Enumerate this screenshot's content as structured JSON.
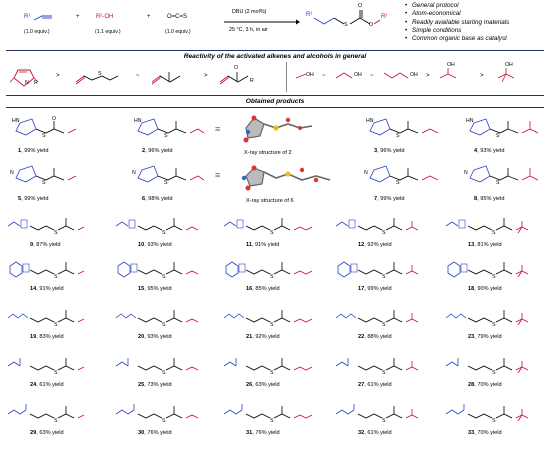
{
  "reaction": {
    "r1_label": "R¹",
    "r1_equiv": "(1.0 equiv.)",
    "plus1": "+",
    "alcohol": "R²-OH",
    "alcohol_equiv": "(1.1 equiv.)",
    "plus2": "+",
    "cos": "O=C=S",
    "cos_equiv": "(1.0 equiv.)",
    "catalyst": "DBU (2 mol%)",
    "conditions": "25 °C, 3 h, in air",
    "prod_r1": "R¹",
    "prod_r2": "R²",
    "prod_s": "S",
    "prod_o1": "O",
    "prod_o2": "O"
  },
  "features": [
    "General protocol",
    "Atom-economical",
    "Readily available starting materials",
    "Simple conditions",
    "Common organic base as catalyst"
  ],
  "reactivity": {
    "title": "Reactivity of the activated alkenes and alcohols in general",
    "alkene_order": [
      ">",
      "~",
      ">"
    ],
    "alcohol_order": [
      "~",
      "~",
      ">",
      ">"
    ],
    "maleimide_r": "R",
    "sulfone_s": "S",
    "ester_r": "R",
    "o": "O",
    "oh": "OH"
  },
  "products_title": "Obtained products",
  "xray": {
    "caption_2": "X-ray structure of 2",
    "caption_6": "X-ray structure of 6"
  },
  "atoms": {
    "S": "S",
    "O": "O",
    "N": "N",
    "HN": "HN"
  },
  "products": [
    {
      "num": "1",
      "text": ", 99% yield"
    },
    {
      "num": "2",
      "text": ", 96% yield"
    },
    {
      "num": "3",
      "text": ", 96% yield"
    },
    {
      "num": "4",
      "text": ", 93% yield"
    },
    {
      "num": "5",
      "text": ", 99% yield"
    },
    {
      "num": "6",
      "text": ", 98% yield"
    },
    {
      "num": "7",
      "text": ", 99% yield"
    },
    {
      "num": "8",
      "text": ", 95% yield"
    },
    {
      "num": "9",
      "text": ", 87% yield"
    },
    {
      "num": "10",
      "text": ", 93% yield"
    },
    {
      "num": "11",
      "text": ", 91% yield"
    },
    {
      "num": "12",
      "text": ", 92% yield"
    },
    {
      "num": "13",
      "text": ", 81% yield"
    },
    {
      "num": "14",
      "text": ", 91% yield"
    },
    {
      "num": "15",
      "text": ", 95% yield"
    },
    {
      "num": "16",
      "text": ", 85% yield"
    },
    {
      "num": "17",
      "text": ", 99% yield"
    },
    {
      "num": "18",
      "text": ", 90% yield"
    },
    {
      "num": "19",
      "text": ", 83% yield"
    },
    {
      "num": "20",
      "text": ", 93% yield"
    },
    {
      "num": "21",
      "text": ", 92% yield"
    },
    {
      "num": "22",
      "text": ", 88% yield"
    },
    {
      "num": "23",
      "text": ", 79% yield"
    },
    {
      "num": "24",
      "text": ", 61% yield"
    },
    {
      "num": "25",
      "text": ", 73% yield"
    },
    {
      "num": "26",
      "text": ", 63% yield"
    },
    {
      "num": "27",
      "text": ", 61% yield"
    },
    {
      "num": "28",
      "text": ", 70% yield"
    },
    {
      "num": "29",
      "text": ", 63% yield"
    },
    {
      "num": "30",
      "text": ", 76% yield"
    },
    {
      "num": "31",
      "text": ", 76% yield"
    },
    {
      "num": "32",
      "text": ", 61% yield"
    },
    {
      "num": "33",
      "text": ", 70% yield"
    }
  ],
  "colors": {
    "blue": "#2842c8",
    "red": "#c8102e",
    "rule": "#22306a"
  }
}
